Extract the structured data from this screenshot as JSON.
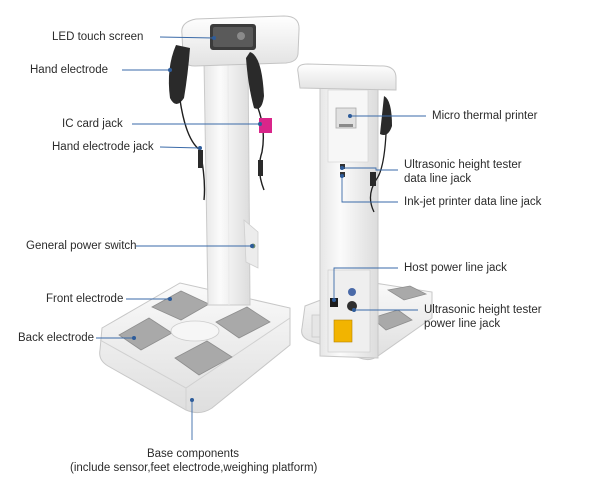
{
  "labels": {
    "led_touch_screen": "LED touch screen",
    "hand_electrode": "Hand electrode",
    "ic_card_jack": "IC card jack",
    "hand_electrode_jack": "Hand electrode jack",
    "general_power_switch": "General power switch",
    "front_electrode": "Front electrode",
    "back_electrode": "Back electrode",
    "micro_thermal_printer": "Micro thermal printer",
    "ultrasonic_data_line_jack_1": "Ultrasonic height tester",
    "ultrasonic_data_line_jack_2": "data line jack",
    "inkjet_printer_data_line_jack": "Ink-jet printer data line jack",
    "host_power_line_jack": "Host power line jack",
    "ultrasonic_power_line_jack_1": "Ultrasonic height tester",
    "ultrasonic_power_line_jack_2": "power line jack",
    "base_components_1": "Base components",
    "base_components_2": "(include sensor,feet electrode,weighing platform)"
  },
  "colors": {
    "leader_line": "#3a6aa8",
    "leader_dot": "#2e5c9a",
    "device_body": "#f4f4f4",
    "device_edge": "#c9c9c9",
    "electrode_pad": "#a7a7a7",
    "card_jack": "#d9258a",
    "cable": "#222222",
    "warning_label": "#f2b400"
  }
}
